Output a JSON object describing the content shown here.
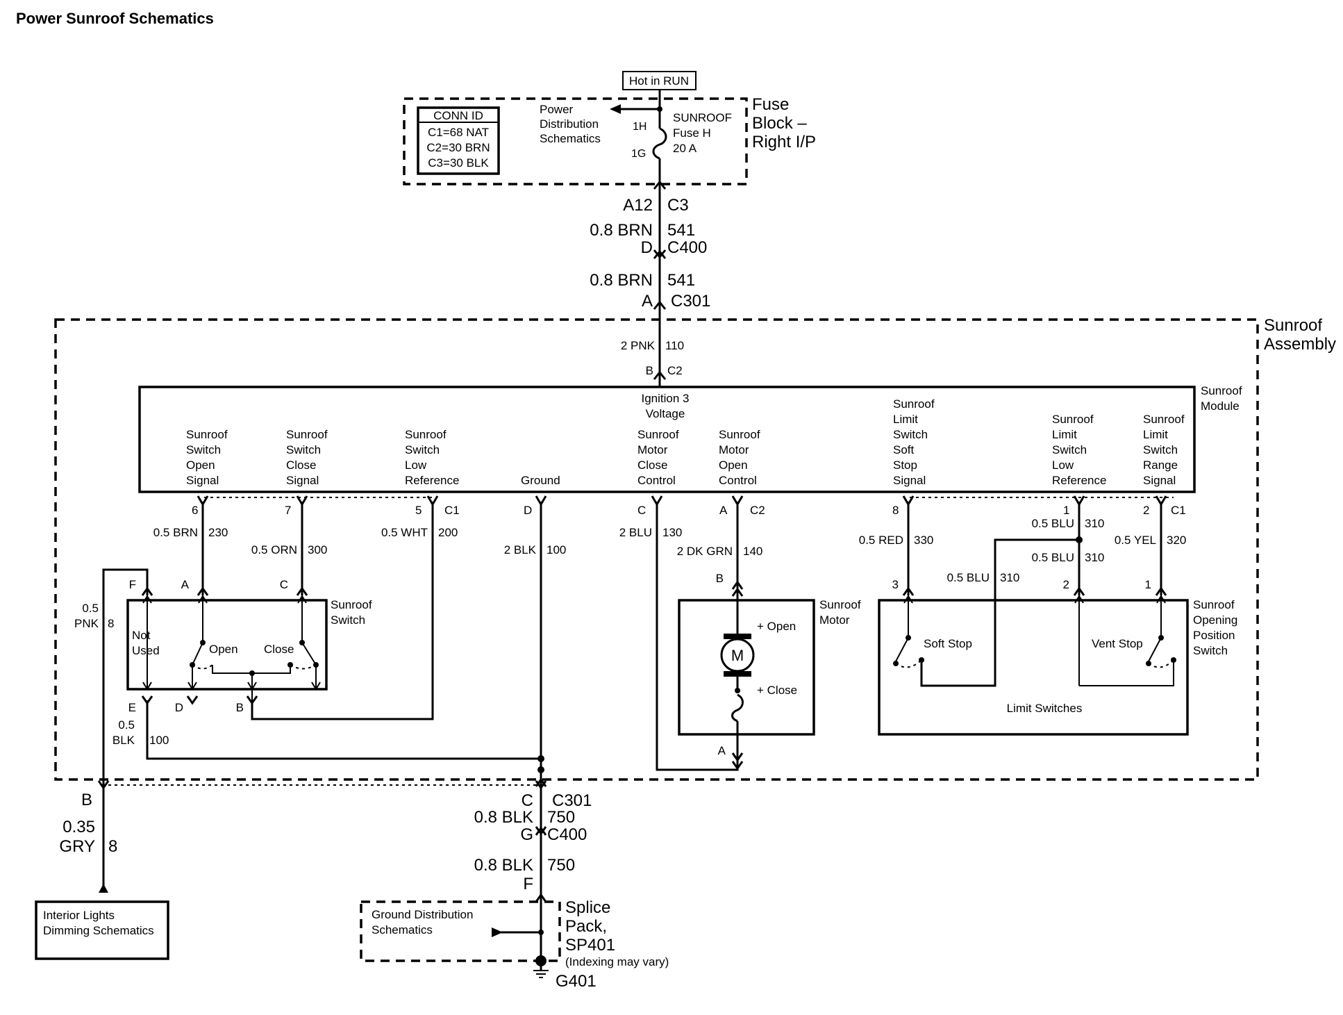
{
  "title": "Power Sunroof Schematics",
  "hot_in_run": "Hot in RUN",
  "conn_id": {
    "header": "CONN ID",
    "rows": [
      "C1=68 NAT",
      "C2=30 BRN",
      "C3=30 BLK"
    ]
  },
  "fuse_block": {
    "label_lines": [
      "Fuse",
      "Block –",
      "Right I/P"
    ],
    "power_dist_lines": [
      "Power",
      "Distribution",
      "Schematics"
    ],
    "pin_top": "1H",
    "pin_bottom": "1G",
    "fuse_lines": [
      "SUNROOF",
      "Fuse H",
      "20 A"
    ]
  },
  "feed": {
    "c3_pin": "A12",
    "c3_conn": "C3",
    "wire1_size": "0.8 BRN",
    "wire1_circuit": "541",
    "c400_pin": "D",
    "c400_conn": "C400",
    "wire2_size": "0.8 BRN",
    "wire2_circuit": "541",
    "c301_pin": "A",
    "c301_conn": "C301"
  },
  "sunroof_assembly_lines": [
    "Sunroof",
    "Assembly"
  ],
  "module": {
    "label_lines": [
      "Sunroof",
      "Module"
    ],
    "ign_wire_size": "2 PNK",
    "ign_wire_circuit": "110",
    "ign_pin": "B",
    "ign_conn": "C2",
    "ign_label_lines": [
      "Ignition 3",
      "Voltage"
    ],
    "terminals": [
      {
        "lines": [
          "Sunroof",
          "Switch",
          "Open",
          "Signal"
        ],
        "pin": "6",
        "wire": "0.5 BRN",
        "circuit": "230"
      },
      {
        "lines": [
          "Sunroof",
          "Switch",
          "Close",
          "Signal"
        ],
        "pin": "7",
        "wire": "0.5 ORN",
        "circuit": "300"
      },
      {
        "lines": [
          "Sunroof",
          "Switch",
          "Low",
          "Reference"
        ],
        "pin": "5",
        "wire": "0.5 WHT",
        "circuit": "200"
      },
      {
        "lines": [
          "Ground"
        ],
        "pin": "D",
        "wire": "2 BLK",
        "circuit": "100"
      },
      {
        "lines": [
          "Sunroof",
          "Motor",
          "Close",
          "Control"
        ],
        "pin": "C",
        "wire": "2 BLU",
        "circuit": "130"
      },
      {
        "lines": [
          "Sunroof",
          "Motor",
          "Open",
          "Control"
        ],
        "pin": "A",
        "wire": "2 DK GRN",
        "circuit": "140"
      },
      {
        "lines": [
          "Sunroof",
          "Limit",
          "Switch",
          "Soft",
          "Stop",
          "Signal"
        ],
        "pin": "8",
        "wire": "0.5 RED",
        "circuit": "330"
      },
      {
        "lines": [
          "Sunroof",
          "Limit",
          "Switch",
          "Low",
          "Reference"
        ],
        "pin": "1",
        "wire": "0.5 BLU",
        "circuit": "310"
      },
      {
        "lines": [
          "Sunroof",
          "Limit",
          "Switch",
          "Range",
          "Signal"
        ],
        "pin": "2",
        "wire": "0.5 YEL",
        "circuit": "320"
      }
    ],
    "conn_c1_left": "C1",
    "conn_c2": "C2",
    "conn_c1_right": "C1"
  },
  "sunroof_switch": {
    "label_lines": [
      "Sunroof",
      "Switch"
    ],
    "pin_f": "F",
    "pin_a": "A",
    "pin_c": "C",
    "pin_e": "E",
    "pin_d": "D",
    "pin_b": "B",
    "not_used_lines": [
      "Not",
      "Used"
    ],
    "open": "Open",
    "close": "Close",
    "pnk_lines": [
      "0.5",
      "PNK"
    ],
    "pnk_circuit": "8",
    "blk_lines": [
      "0.5",
      "BLK"
    ],
    "blk_circuit": "100"
  },
  "sunroof_motor": {
    "label_lines": [
      "Sunroof",
      "Motor"
    ],
    "pin_b": "B",
    "pin_a": "A",
    "motor": "M",
    "open": "+ Open",
    "close": "+ Close"
  },
  "limit_switches": {
    "label": "Limit Switches",
    "side_label_lines": [
      "Sunroof",
      "Opening",
      "Position",
      "Switch"
    ],
    "soft_stop": "Soft Stop",
    "vent_stop": "Vent Stop",
    "pin_3": "3",
    "pin_2": "2",
    "pin_1": "1",
    "blu_upper": "0.5 BLU",
    "blu_upper_circuit": "310",
    "blu_lower": "0.5 BLU",
    "blu_lower_circuit": "310"
  },
  "bottom": {
    "b_pin": "B",
    "gry_lines": [
      "0.35",
      "GRY"
    ],
    "gry_circuit": "8",
    "interior_lines": [
      "Interior Lights",
      "Dimming Schematics"
    ],
    "c301_pin": "C",
    "c301_conn": "C301",
    "blk1": "0.8 BLK",
    "blk1_circuit": "750",
    "c400_pin": "G",
    "c400_conn": "C400",
    "blk2": "0.8 BLK",
    "blk2_circuit": "750",
    "splice_pin": "F",
    "ground_dist_lines": [
      "Ground Distribution",
      "Schematics"
    ],
    "splice_lines": [
      "Splice",
      "Pack,",
      "SP401"
    ],
    "indexing": "(Indexing may vary)",
    "ground": "G401"
  }
}
